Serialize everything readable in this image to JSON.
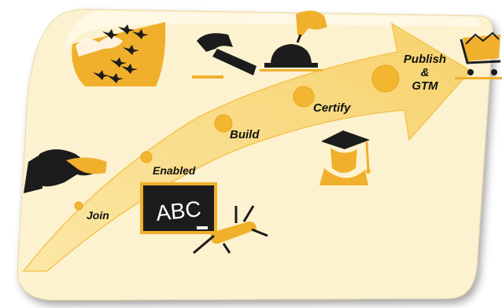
{
  "diagram": {
    "colors": {
      "card": "#fdf2cf",
      "arrow": "#f9dc86",
      "arrow_edge": "#f3c453",
      "dot": "#f2b631",
      "icon_dark": "#1c1c1c",
      "icon_gold": "#f0b02c"
    },
    "stages": [
      {
        "label": "Join",
        "icon": "handshake-icon"
      },
      {
        "label": "Enabled",
        "icon": "chalkboard-icon"
      },
      {
        "label": "Build",
        "icon": "hammer-icon"
      },
      {
        "label": "Certify",
        "icon": "graduate-icon"
      },
      {
        "label": "Publish\n&\nGTM",
        "icon": "shopping-cart-icon"
      }
    ],
    "chalkboard_text": "ABC"
  }
}
